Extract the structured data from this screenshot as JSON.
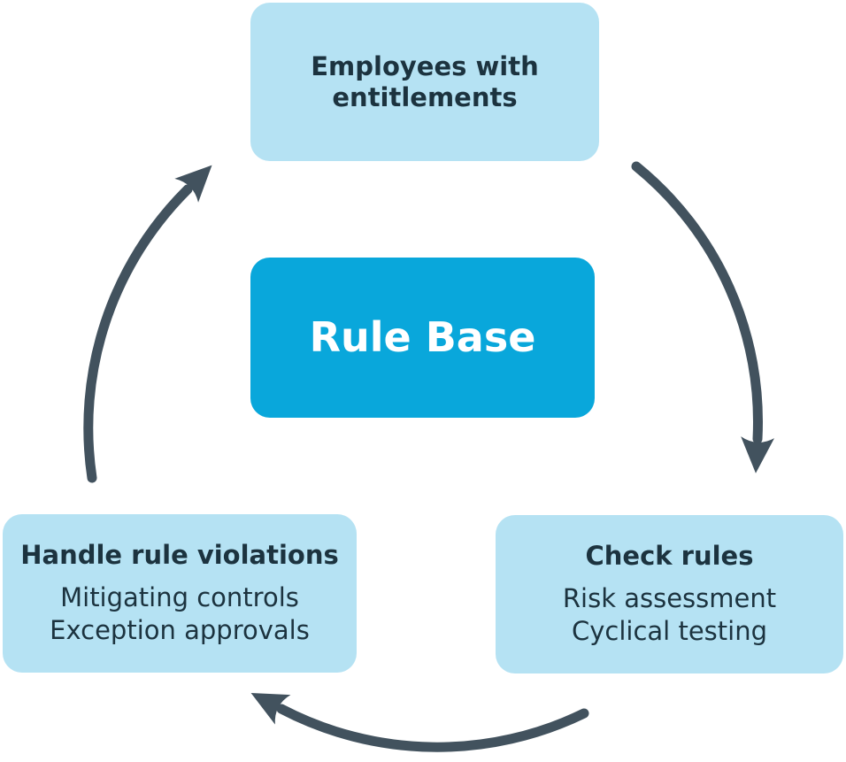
{
  "diagram": {
    "nodes": {
      "top": {
        "label": "Employees with entitlements"
      },
      "center": {
        "label": "Rule Base"
      },
      "left": {
        "heading": "Handle rule violations",
        "lines": [
          "Mitigating controls",
          "Exception approvals"
        ]
      },
      "right": {
        "heading": "Check rules",
        "lines": [
          "Risk assessment",
          "Cyclical testing"
        ]
      }
    },
    "arrows": [
      {
        "from": "Employees with entitlements",
        "to": "Check rules",
        "direction": "clockwise"
      },
      {
        "from": "Check rules",
        "to": "Handle rule violations",
        "direction": "clockwise"
      },
      {
        "from": "Handle rule violations",
        "to": "Employees with entitlements",
        "direction": "clockwise"
      }
    ],
    "colors": {
      "node_fill": "#B5E2F3",
      "center_fill": "#09A7DB",
      "arrow": "#42525E",
      "text": "#1C333F",
      "center_text": "#FFFFFF"
    }
  }
}
